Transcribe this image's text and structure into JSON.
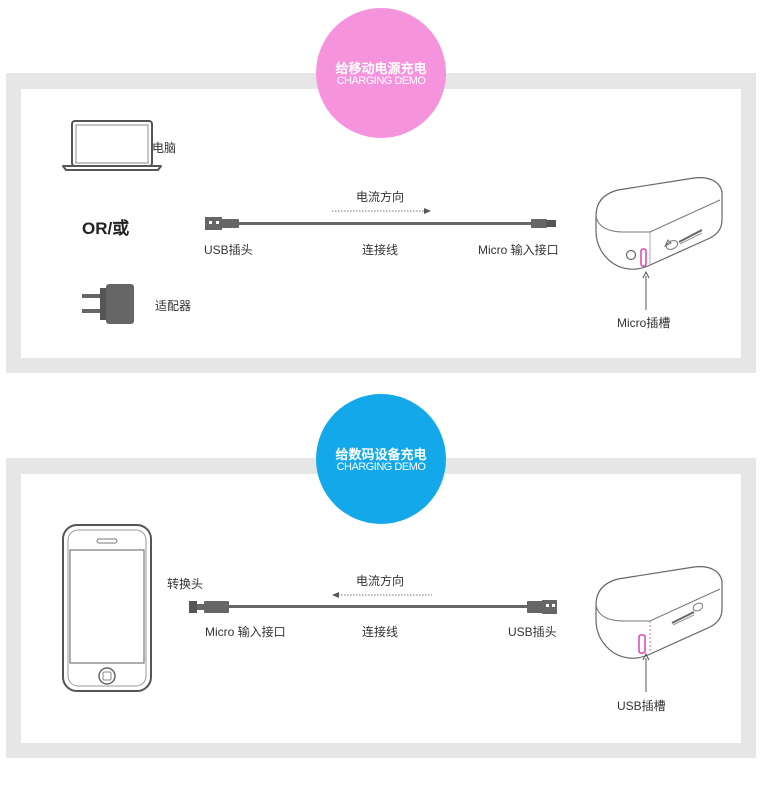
{
  "section1": {
    "badge_title": "给移动电源充电",
    "badge_subtitle": "CHARGING DEMO",
    "badge_color": "#f593dc",
    "computer_label": "电脑",
    "or_label": "OR/或",
    "adapter_label": "适配器",
    "direction_label": "电流方向",
    "usb_plug_label": "USB插头",
    "cable_label": "连接线",
    "micro_input_label": "Micro 输入接口",
    "micro_slot_label": "Micro插槽",
    "port_color": "#e040b8",
    "icons": [
      "laptop-icon",
      "wall-adapter-icon",
      "usb-cable-icon",
      "power-bank-icon"
    ]
  },
  "section2": {
    "badge_title": "给数码设备充电",
    "badge_subtitle": "CHARGING DEMO",
    "badge_color": "#12a8ea",
    "converter_label": "转换头",
    "direction_label": "电流方向",
    "micro_input_label": "Micro 输入接口",
    "cable_label": "连接线",
    "usb_plug_label": "USB插头",
    "usb_slot_label": "USB插槽",
    "port_color": "#e040b8",
    "icons": [
      "phone-icon",
      "usb-cable-icon",
      "power-bank-icon"
    ]
  }
}
